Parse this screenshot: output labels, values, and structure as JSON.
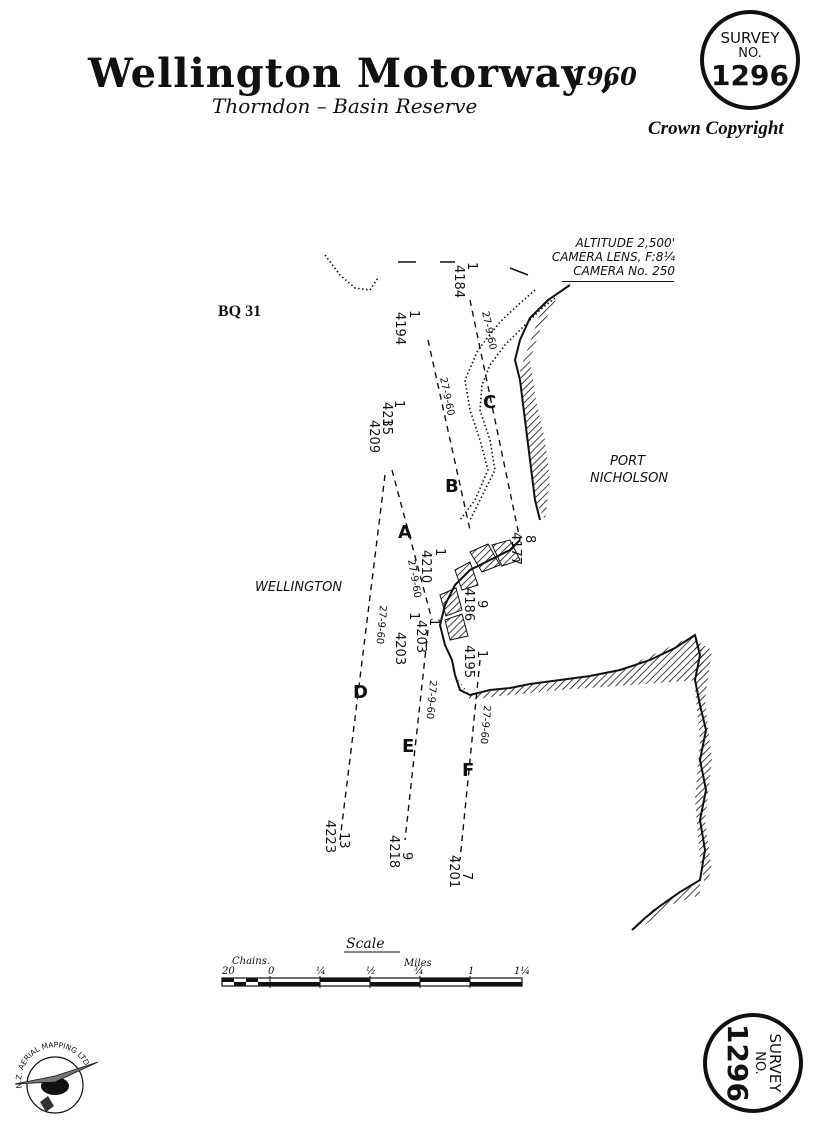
{
  "header": {
    "title": "Wellington Motorway ,",
    "year": "1960",
    "subtitle": "Thorndon – Basin Reserve",
    "copyright": "Crown Copyright"
  },
  "survey_badge": {
    "line1": "SURVEY",
    "line2": "NO.",
    "number": "1296"
  },
  "reference": "BQ 31",
  "flight_info": {
    "altitude": "ALTITUDE 2,500'",
    "lens": "CAMERA LENS, F:8¼",
    "camera": "CAMERA No. 250"
  },
  "place_labels": {
    "port_line1": "PORT",
    "port_line2": "NICHOLSON",
    "city": "WELLINGTON"
  },
  "flight_runs": [
    {
      "letter": "A",
      "date": "27-9-60",
      "start": {
        "count": "1",
        "frame": "4210"
      },
      "end": {
        "count": "1",
        "frame": "4203"
      },
      "extra_start": {
        "count": "1",
        "frame": "4235"
      }
    },
    {
      "letter": "B",
      "date": "27-9-60",
      "start": {
        "count": "1",
        "frame": "4194"
      },
      "end": {
        "count": "9",
        "frame": "4186"
      }
    },
    {
      "letter": "C",
      "date": "27-9-60",
      "start": {
        "count": "1",
        "frame": "4184"
      },
      "end": {
        "count": "8",
        "frame": "4177"
      }
    },
    {
      "letter": "D",
      "date": "27-9-60",
      "start": {
        "count": "1",
        "frame": "4209"
      },
      "end": {
        "count": "13",
        "frame": "4223"
      }
    },
    {
      "letter": "E",
      "date": "27-9-60",
      "start": {
        "count": "1",
        "frame": "4203"
      },
      "end": {
        "count": "9",
        "frame": "4218"
      }
    },
    {
      "letter": "F",
      "date": "27-9-60",
      "start": {
        "count": "1",
        "frame": "4195"
      },
      "end": {
        "count": "7",
        "frame": "4201"
      }
    }
  ],
  "scale_bar": {
    "title": "Scale",
    "chains_label": "Chains.",
    "miles_label": "Miles",
    "chains_ticks": [
      "20",
      "0"
    ],
    "mile_ticks": [
      "¼",
      "½",
      "¾",
      "1",
      "1¼"
    ]
  },
  "logo": {
    "text": "N.Z. AERIAL MAPPING LTD."
  },
  "colors": {
    "ink": "#111111",
    "paper": "#ffffff"
  }
}
